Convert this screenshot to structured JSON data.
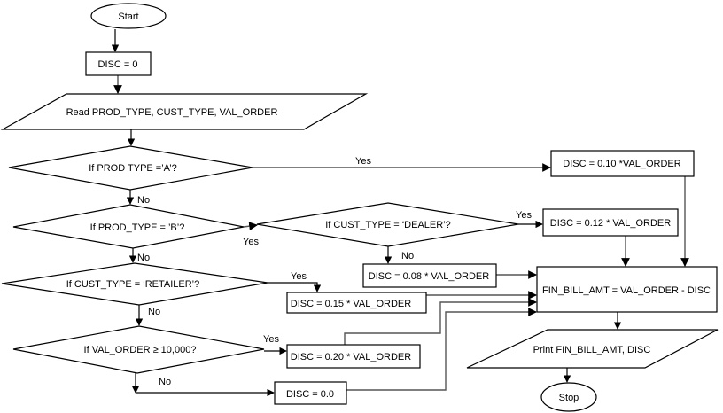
{
  "diagram": {
    "type": "flowchart",
    "nodes": {
      "start": {
        "label": "Start",
        "kind": "terminator"
      },
      "init": {
        "label": "DISC = 0",
        "kind": "process"
      },
      "read": {
        "label": "Read PROD_TYPE, CUST_TYPE, VAL_ORDER",
        "kind": "input"
      },
      "dec_a": {
        "label": "If PROD  TYPE =’A’?",
        "kind": "decision"
      },
      "dec_b": {
        "label": "If PROD_TYPE = ’B’?",
        "kind": "decision"
      },
      "dec_dealer": {
        "label": "If CUST_TYPE = ‘DEALER’?",
        "kind": "decision"
      },
      "dec_retailer": {
        "label": "If CUST_TYPE = ‘RETAILER’?",
        "kind": "decision"
      },
      "dec_val": {
        "label": "If VAL_ORDER ≥ 10,000?",
        "kind": "decision"
      },
      "disc_10": {
        "label": "DISC = 0.10 *VAL_ORDER",
        "kind": "process"
      },
      "disc_12": {
        "label": "DISC = 0.12 * VAL_ORDER",
        "kind": "process"
      },
      "disc_08": {
        "label": "DISC = 0.08 * VAL_ORDER",
        "kind": "process"
      },
      "disc_15": {
        "label": "DISC = 0.15 * VAL_ORDER",
        "kind": "process"
      },
      "disc_20": {
        "label": "DISC = 0.20 * VAL_ORDER",
        "kind": "process"
      },
      "disc_0": {
        "label": "DISC = 0.0",
        "kind": "process"
      },
      "fin": {
        "label": "FIN_BILL_AMT = VAL_ORDER - DISC",
        "kind": "process"
      },
      "print": {
        "label": "Print FIN_BILL_AMT, DISC",
        "kind": "output"
      },
      "stop": {
        "label": "Stop",
        "kind": "terminator"
      }
    },
    "edge_labels": {
      "a_yes": "Yes",
      "a_no": "No",
      "b_yes": "Yes",
      "b_no": "No",
      "dealer_yes": "Yes",
      "dealer_no": "No",
      "retailer_yes": "Yes",
      "retailer_no": "No",
      "val_yes": "Yes",
      "val_no": "No"
    },
    "edges": [
      {
        "from": "start",
        "to": "init"
      },
      {
        "from": "init",
        "to": "read"
      },
      {
        "from": "read",
        "to": "dec_a"
      },
      {
        "from": "dec_a",
        "to": "disc_10",
        "label": "Yes"
      },
      {
        "from": "dec_a",
        "to": "dec_b",
        "label": "No"
      },
      {
        "from": "dec_b",
        "to": "dec_dealer",
        "label": "Yes"
      },
      {
        "from": "dec_b",
        "to": "dec_retailer",
        "label": "No"
      },
      {
        "from": "dec_dealer",
        "to": "disc_12",
        "label": "Yes"
      },
      {
        "from": "dec_dealer",
        "to": "disc_08",
        "label": "No"
      },
      {
        "from": "dec_retailer",
        "to": "disc_15",
        "label": "Yes"
      },
      {
        "from": "dec_retailer",
        "to": "dec_val",
        "label": "No"
      },
      {
        "from": "dec_val",
        "to": "disc_20",
        "label": "Yes"
      },
      {
        "from": "dec_val",
        "to": "disc_0",
        "label": "No"
      },
      {
        "from": "disc_10",
        "to": "fin"
      },
      {
        "from": "disc_12",
        "to": "fin"
      },
      {
        "from": "disc_08",
        "to": "fin"
      },
      {
        "from": "disc_15",
        "to": "fin"
      },
      {
        "from": "disc_20",
        "to": "fin"
      },
      {
        "from": "disc_0",
        "to": "fin"
      },
      {
        "from": "fin",
        "to": "print"
      },
      {
        "from": "print",
        "to": "stop"
      }
    ]
  }
}
